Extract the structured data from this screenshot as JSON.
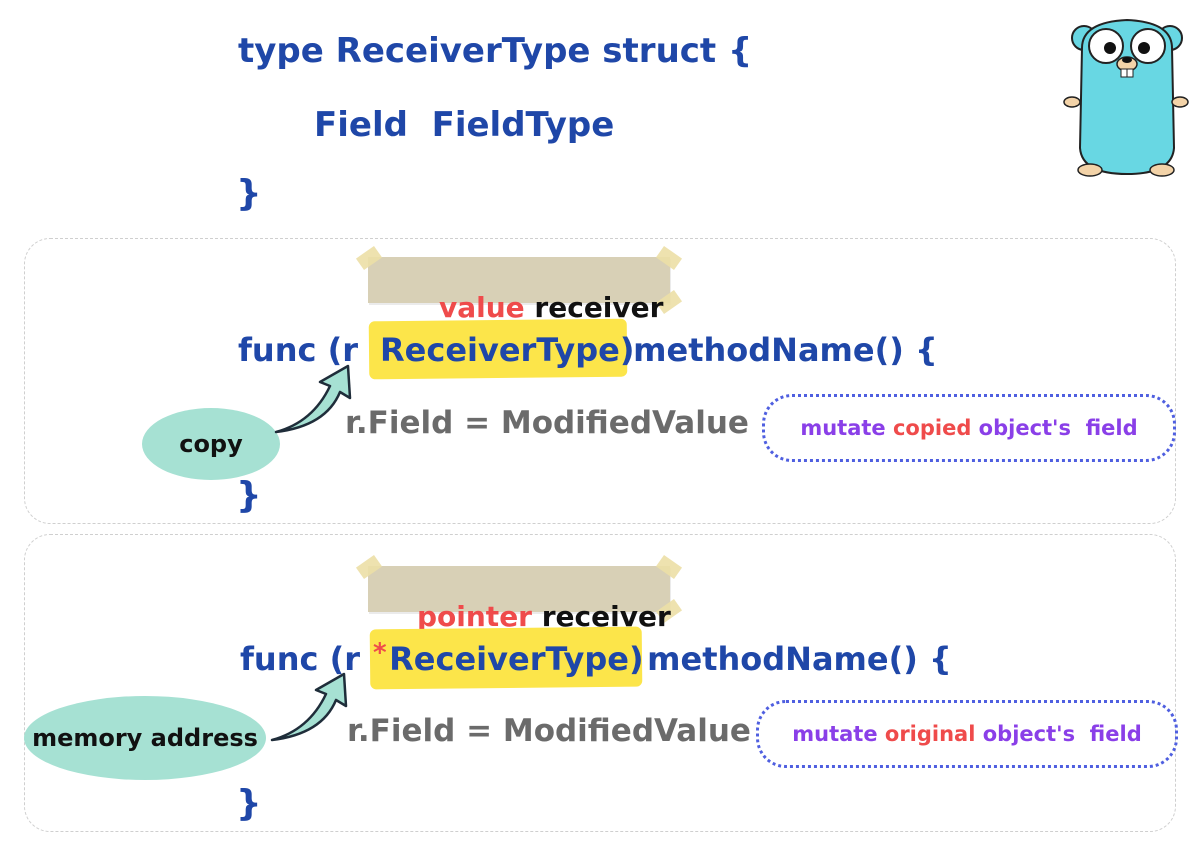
{
  "struct": {
    "line1": "type ReceiverType struct {",
    "line2": "Field  FieldType",
    "line3": "}"
  },
  "value_panel": {
    "tag_highlight": "value",
    "tag_rest": " receiver",
    "func_prefix": "func (r ",
    "receiver_type": "ReceiverType)",
    "func_suffix": " methodName() {",
    "body": "r.Field = ModifiedValue",
    "close": "}",
    "bubble": "copy",
    "note_part1": "mutate ",
    "note_highlight": "copied",
    "note_part2": " object's  field"
  },
  "pointer_panel": {
    "tag_highlight": "pointer",
    "tag_rest": " receiver",
    "func_prefix": "func (r ",
    "star": "*",
    "receiver_type": " ReceiverType)",
    "func_suffix": " methodName() {",
    "body": "r.Field = ModifiedValue",
    "close": "}",
    "bubble": "memory address",
    "note_part1": "mutate ",
    "note_highlight": "original",
    "note_part2": " object's  field"
  },
  "colors": {
    "code_blue": "#1f47a8",
    "body_gray": "#6b6b6b",
    "highlight_yellow": "#fce54a",
    "accent_red": "#ef4b4b",
    "note_purple": "#8a3fe8",
    "note_border": "#4f5fe0",
    "bubble_mint": "#a6e1d3",
    "gopher_cyan": "#68d7e3"
  },
  "mascot": "go-gopher-icon"
}
